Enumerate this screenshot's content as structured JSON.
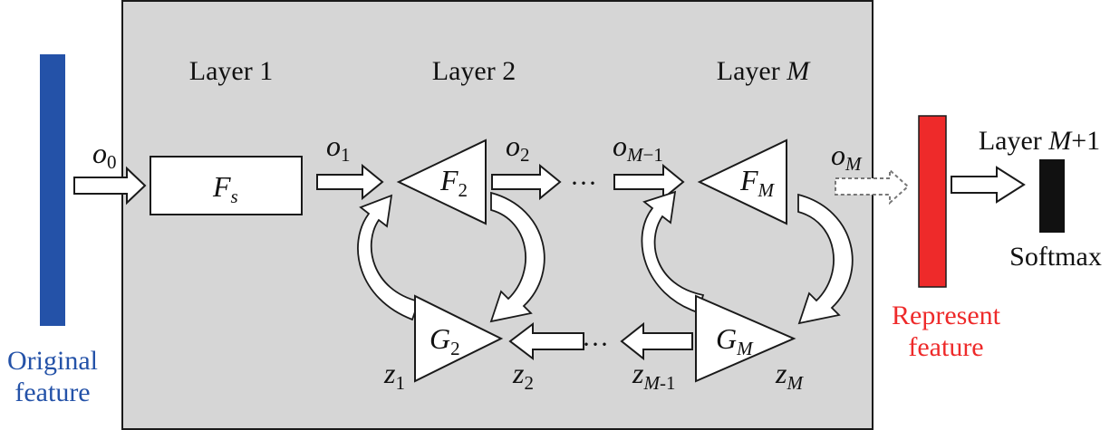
{
  "colors": {
    "panel_fill": "#d6d6d6",
    "original_feature": "#2452a8",
    "represent_feature": "#ee2a2a",
    "softmax": "#111111"
  },
  "layers": {
    "layer1": "Layer 1",
    "layer2": "Layer 2",
    "layerM_prefix": "Layer ",
    "layerM_var": "M",
    "layerM1_prefix": "Layer ",
    "layerM1_var": "M",
    "layerM1_suffix": "+1"
  },
  "blocks": {
    "fs": {
      "main": "F",
      "sub": "s"
    },
    "f2": {
      "main": "F",
      "sub": "2"
    },
    "fm": {
      "main": "F",
      "sub": "M"
    },
    "g2": {
      "main": "G",
      "sub": "2"
    },
    "gm": {
      "main": "G",
      "sub": "M"
    }
  },
  "outputs": {
    "o0": {
      "main": "o",
      "sub": "0"
    },
    "o1": {
      "main": "o",
      "sub": "1"
    },
    "o2": {
      "main": "o",
      "sub": "2"
    },
    "om1": {
      "main": "o",
      "sub_var": "M",
      "sub_rest": "−1"
    },
    "om": {
      "main": "o",
      "sub": "M"
    }
  },
  "latents": {
    "z1": {
      "main": "z",
      "sub": "1"
    },
    "z2": {
      "main": "z",
      "sub": "2"
    },
    "zm1": {
      "main": "z",
      "sub_var": "M",
      "sub_rest": "-1"
    },
    "zm": {
      "main": "z",
      "sub": "M"
    }
  },
  "ellipsis": "···",
  "labels": {
    "original_line1": "Original",
    "original_line2": "feature",
    "represent_line1": "Represent",
    "represent_line2": "feature",
    "softmax": "Softmax"
  }
}
